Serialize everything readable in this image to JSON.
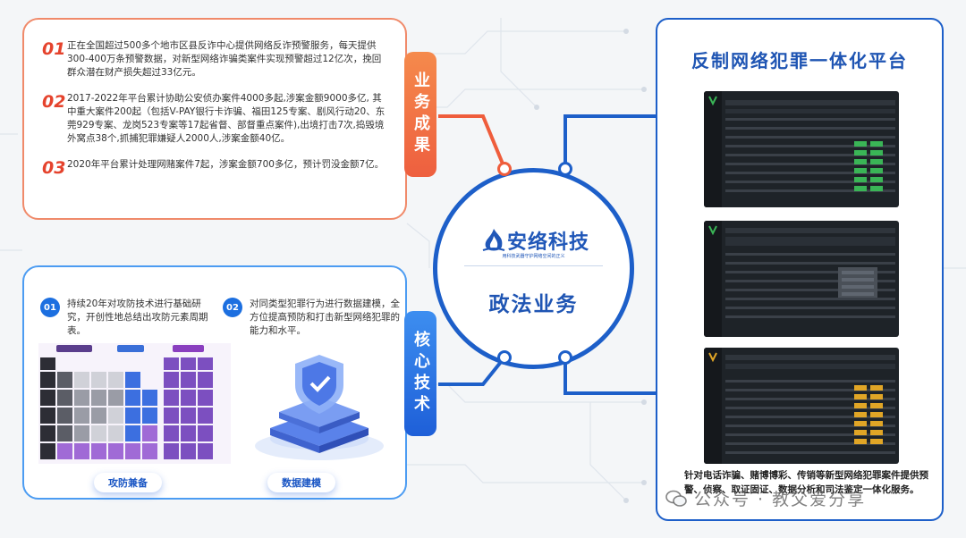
{
  "achievements": {
    "tab_label": "业务成果",
    "items": [
      {
        "num": "01",
        "text": "正在全国超过500多个地市区县反诈中心提供网络反诈预警服务，每天提供300-400万条预警数据，对新型网络诈骗类案件实现预警超过12亿次，挽回群众潜在财产损失超过33亿元。"
      },
      {
        "num": "02",
        "text": "2017-2022年平台累计协助公安侦办案件4000多起,涉案金额9000多亿, 其中重大案件200起（包括V-PAY银行卡诈骗、福田125专案、剧风行动20、东莞929专案、龙岗523专案等17起省督、部督重点案件),出境打击7次,捣毁境外窝点38个,抓捕犯罪嫌疑人2000人,涉案金额40亿。"
      },
      {
        "num": "03",
        "text": "2020年平台累计处理网赌案件7起，涉案金额700多亿，预计罚没金额7亿。"
      }
    ]
  },
  "core_tech": {
    "tab_label": "核心技术",
    "items": [
      {
        "num": "01",
        "text": "持续20年对攻防技术进行基础研究，开创性地总结出攻防元素周期表。"
      },
      {
        "num": "02",
        "text": "对同类型犯罪行为进行数据建模，全方位提高预防和打击新型网络犯罪的能力和水平。"
      }
    ],
    "pill_left": "攻防兼备",
    "pill_right": "数据建模"
  },
  "center": {
    "brand_name": "安络科技",
    "brand_slogan": "用科技武器守护网络空间的正义",
    "title": "政法业务"
  },
  "platform": {
    "title": "反制网络犯罪一体化平台",
    "description": "针对电话诈骗、赌博博彩、传销等新型网络犯罪案件提供预警、侦察、取证固证、数据分析和司法鉴定一体化服务。"
  },
  "watermark": {
    "text": "公众号 · 教父爱分享"
  },
  "colors": {
    "orange": "#ef5d3c",
    "blue": "#1d5fc9",
    "tech_blue": "#3d8ef0"
  }
}
